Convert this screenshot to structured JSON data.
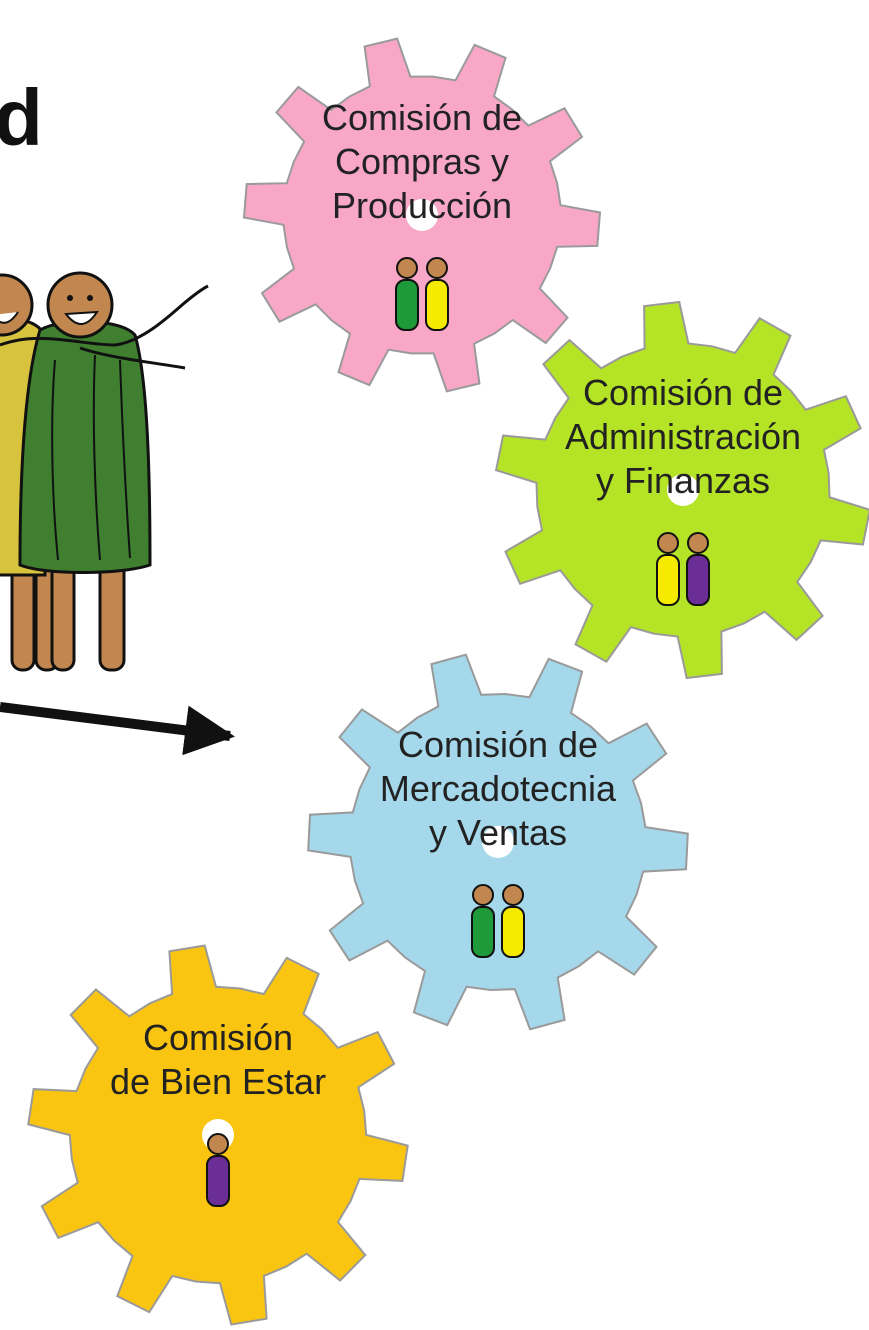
{
  "heading": {
    "fragment": "d"
  },
  "committees": [
    {
      "lines": [
        "Comisión de",
        "Compras y",
        "Producción"
      ],
      "color": "#f8a8c6",
      "members": [
        "#1f9a3a",
        "#f5ea00"
      ]
    },
    {
      "lines": [
        "Comisión de",
        "Administración",
        "y Finanzas"
      ],
      "color": "#b5e325",
      "members": [
        "#f5ea00",
        "#6b2d96"
      ]
    },
    {
      "lines": [
        "Comisión de",
        "Mercadotecnia",
        "y Ventas"
      ],
      "color": "#a4d8ea",
      "members": [
        "#1f9a3a",
        "#f5ea00"
      ]
    },
    {
      "lines": [
        "Comisión",
        "de Bien Estar"
      ],
      "color": "#fac510",
      "members": [
        "#6b2d96"
      ]
    }
  ],
  "people_illustration": {
    "colors": {
      "skin": "#c1874f",
      "yellow_cape": "#d8c33e",
      "green_cape": "#3f7f2f",
      "outline": "#111111"
    }
  },
  "arrow": {
    "color": "#111111"
  }
}
